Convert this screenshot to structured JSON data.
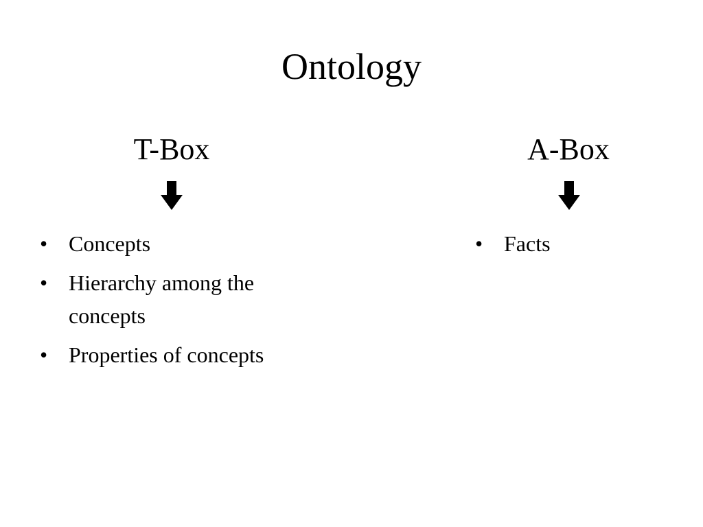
{
  "slide": {
    "title": "Ontology",
    "bullet_glyph": "•",
    "left_column": {
      "heading": "T-Box",
      "arrow_icon": "arrow-down-icon",
      "items": [
        "Concepts",
        "Hierarchy among the concepts",
        "Properties of concepts"
      ]
    },
    "right_column": {
      "heading": "A-Box",
      "arrow_icon": "arrow-down-icon",
      "items": [
        "Facts"
      ]
    }
  }
}
